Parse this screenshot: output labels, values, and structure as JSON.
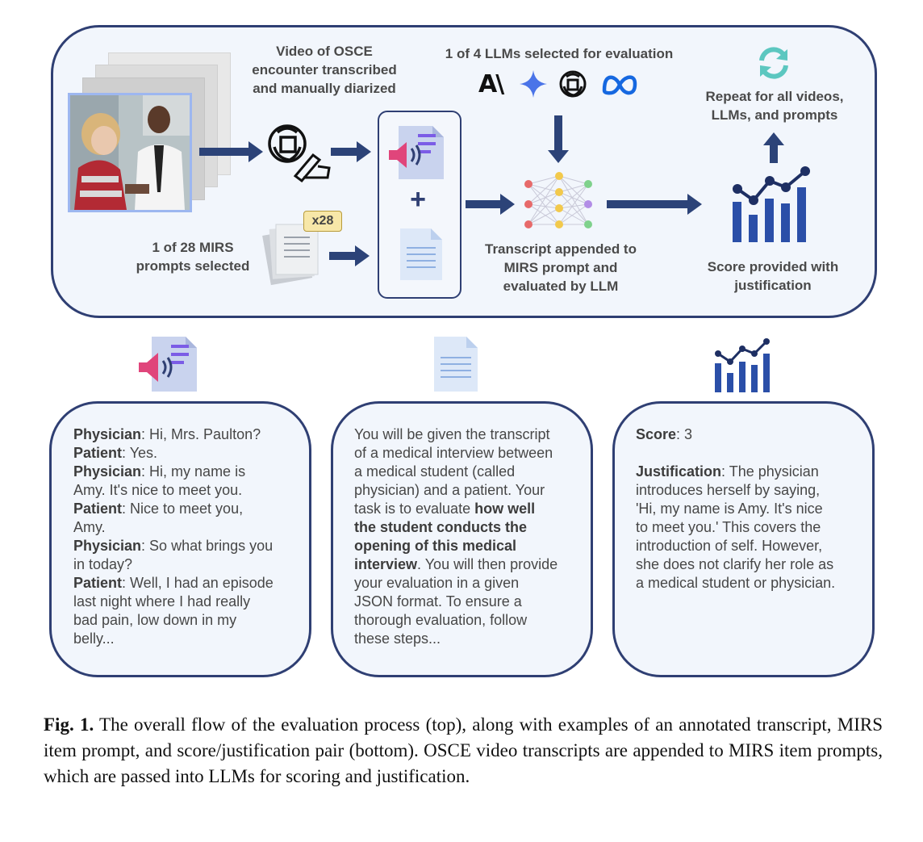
{
  "top": {
    "video_label": [
      "Video of OSCE",
      "encounter transcribed",
      "and manually diarized"
    ],
    "llm_label": "1 of 4 LLMs selected for evaluation",
    "repeat_label": [
      "Repeat for all videos,",
      "LLMs, and prompts"
    ],
    "mirs_label": [
      "1 of 28 MIRS",
      "prompts selected"
    ],
    "x28_badge": "x28",
    "plus": "+",
    "transcript_label": [
      "Transcript appended to",
      "MIRS prompt and",
      "evaluated by LLM"
    ],
    "score_label": [
      "Score provided with",
      "justification"
    ],
    "llm_icons": [
      "anthropic-icon",
      "gemini-icon",
      "openai-icon",
      "meta-icon"
    ]
  },
  "panels": {
    "transcript": [
      {
        "speaker": "Physician",
        "text": ": Hi, Mrs. Paulton?"
      },
      {
        "speaker": "Patient",
        "text": ": Yes."
      },
      {
        "speaker": "Physician",
        "text": ": Hi, my name is"
      },
      {
        "speaker": "",
        "text": "Amy. It's nice to meet you."
      },
      {
        "speaker": "Patient",
        "text": ": Nice to meet you,"
      },
      {
        "speaker": "",
        "text": "Amy."
      },
      {
        "speaker": "Physician",
        "text": ": So what brings you"
      },
      {
        "speaker": "",
        "text": "in today?"
      },
      {
        "speaker": "Patient",
        "text": ": Well, I had an episode"
      },
      {
        "speaker": "",
        "text": "last night where I had really"
      },
      {
        "speaker": "",
        "text": "bad pain, low down in my"
      },
      {
        "speaker": "",
        "text": "belly..."
      }
    ],
    "prompt": {
      "line1": "You will be given the transcript",
      "line2": "of a medical interview between",
      "line3": "a medical student (called",
      "line4": "physician) and a patient. Your",
      "line5a": "task is to evaluate ",
      "line5b": "how well",
      "line6": "the student conducts the",
      "line7": "opening of this medical",
      "line8a": "interview",
      "line8b": ". You will then provide",
      "line9": "your evaluation in a given",
      "line10": "JSON format. To ensure a",
      "line11": "thorough evaluation, follow",
      "line12": "these steps..."
    },
    "score": {
      "score_key": "Score",
      "score_val": ": 3",
      "just_key": "Justification",
      "lines": [
        ": The physician",
        "introduces herself by saying,",
        "'Hi, my name is Amy. It's nice",
        "to meet you.' This covers the",
        "introduction of self. However,",
        "she does not clarify her role as",
        "a medical student or physician."
      ]
    }
  },
  "caption": {
    "fig": "Fig. 1.",
    "text": " The overall flow of the evaluation process (top), along with examples of an annotated transcript, MIRS item prompt, and score/justification pair (bottom). OSCE video transcripts are appended to MIRS item prompts, which are passed into LLMs for scoring and justification."
  },
  "colors": {
    "navy": "#2f3f73",
    "arrow": "#2c4378",
    "bar": "#2b4fa8",
    "pink": "#e0457b",
    "purple": "#7b5ce6",
    "teal": "#5cc7c0"
  }
}
